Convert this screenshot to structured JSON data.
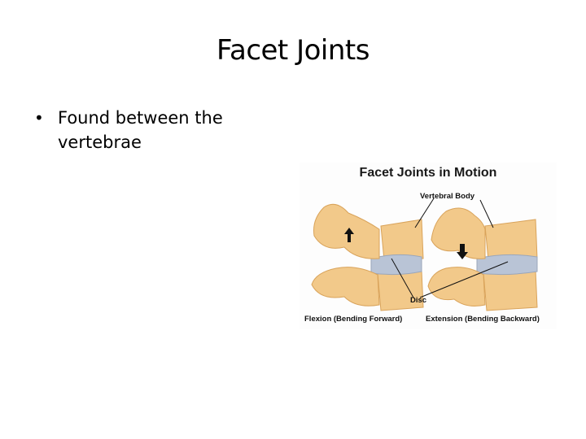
{
  "slide": {
    "title": "Facet Joints",
    "bullets": [
      {
        "text": "Found between the vertebrae"
      }
    ]
  },
  "figure": {
    "title": "Facet Joints in Motion",
    "labels": {
      "vertebral_body": "Vertebral Body",
      "disc": "Disc",
      "flexion": "Flexion (Bending Forward)",
      "extension": "Extension (Bending Backward)"
    },
    "colors": {
      "bone": "#f2c98a",
      "bone_shadow": "#d9a35a",
      "disc": "#b9c4d6"
    }
  }
}
